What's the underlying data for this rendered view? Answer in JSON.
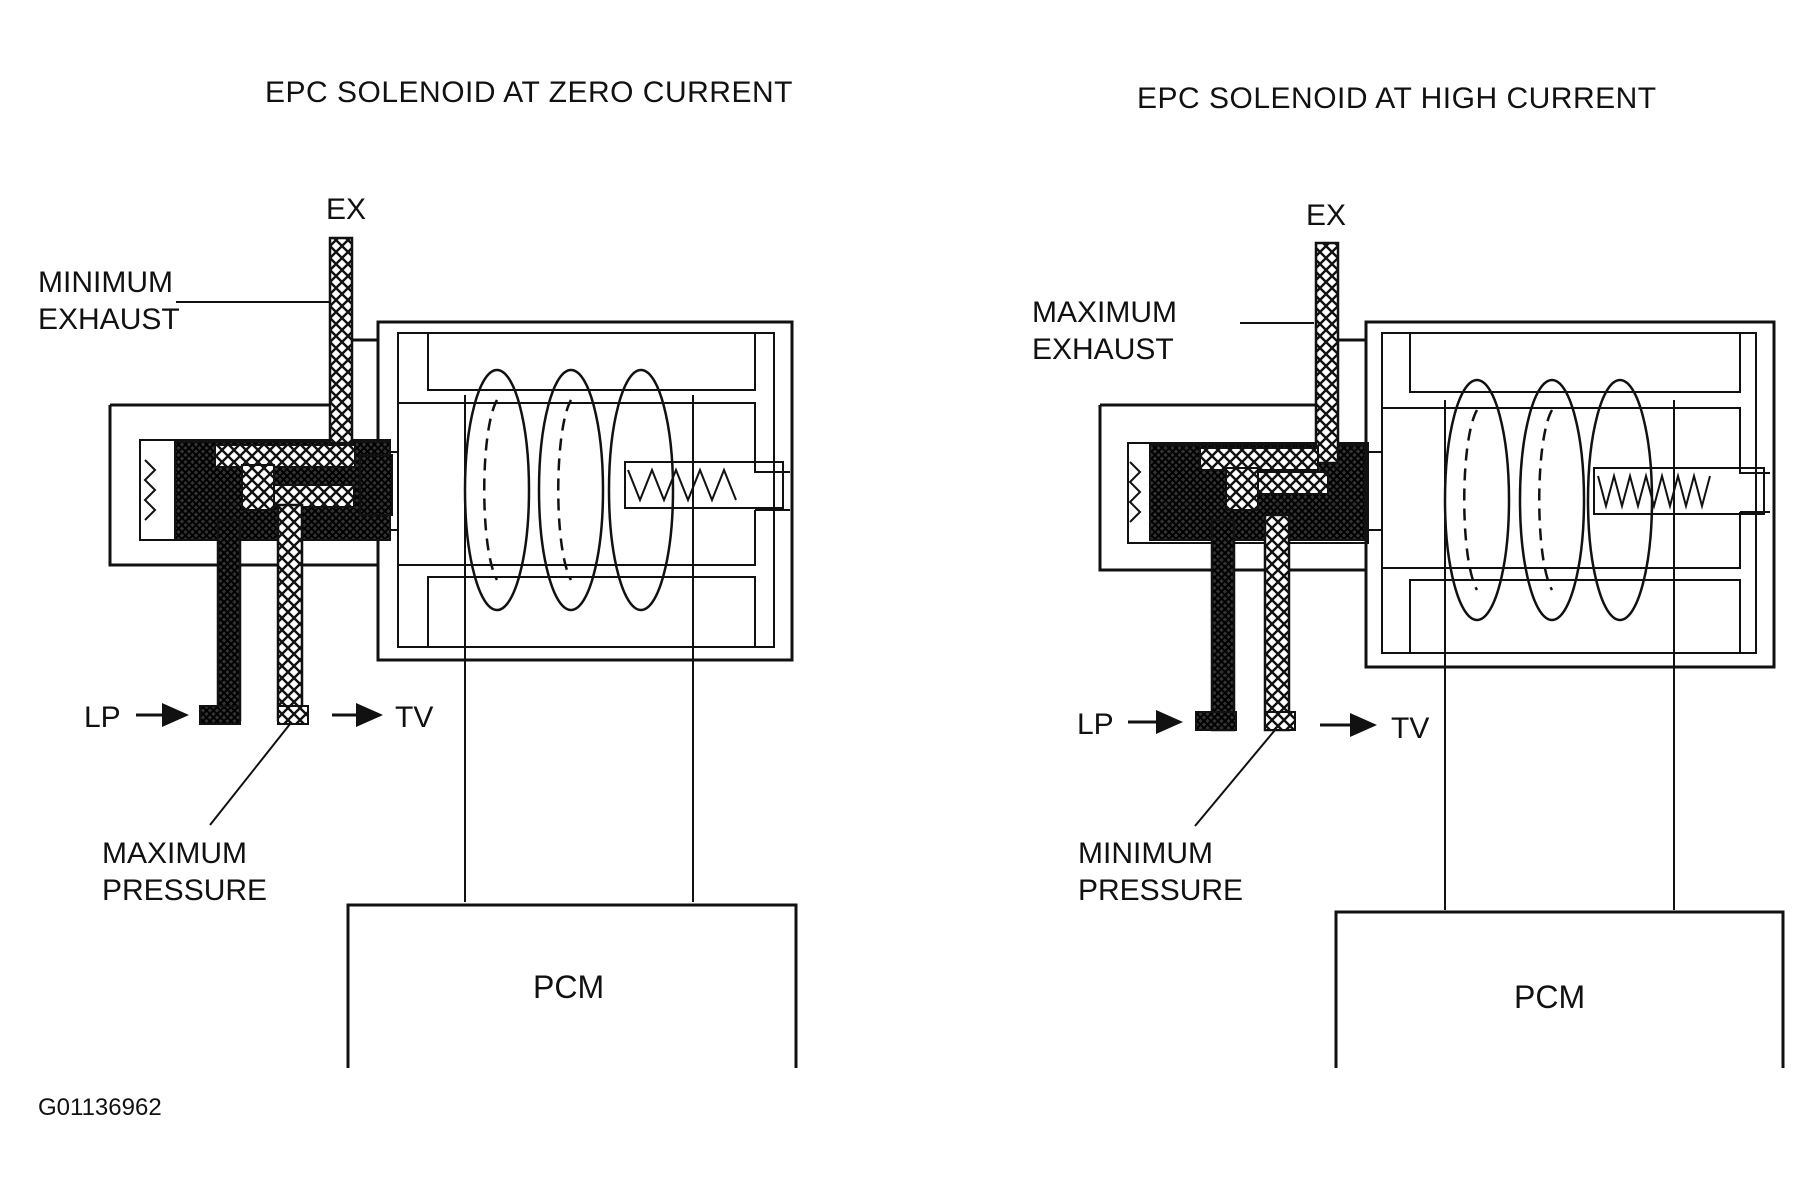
{
  "figure_code": "G01136962",
  "panels": [
    {
      "id": "zero",
      "title": "EPC SOLENOID AT ZERO CURRENT",
      "top_label": "EX",
      "exhaust_label": [
        "MINIMUM",
        "EXHAUST"
      ],
      "inlet_label": "LP",
      "outlet_label": "TV",
      "pressure_label": [
        "MAXIMUM",
        "PRESSURE"
      ],
      "controller_label": "PCM"
    },
    {
      "id": "high",
      "title": "EPC SOLENOID AT HIGH CURRENT",
      "top_label": "EX",
      "exhaust_label": [
        "MAXIMUM",
        "EXHAUST"
      ],
      "inlet_label": "LP",
      "outlet_label": "TV",
      "pressure_label": [
        "MINIMUM",
        "PRESSURE"
      ],
      "controller_label": "PCM"
    }
  ],
  "icons": {
    "flow_arrow": "arrow-right-icon",
    "spring": "spring-icon",
    "coil": "coil-icon"
  },
  "colors": {
    "ink": "#111111",
    "background": "#ffffff"
  }
}
